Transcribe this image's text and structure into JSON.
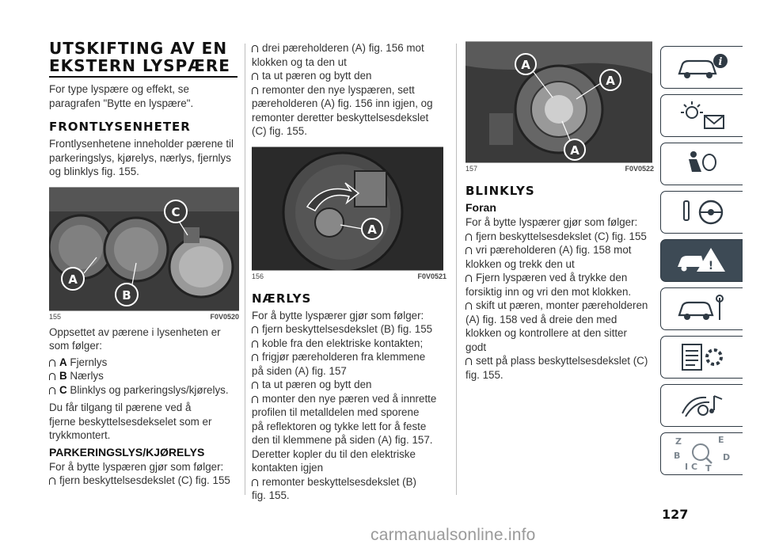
{
  "col1": {
    "title_line1": "UTSKIFTING AV EN",
    "title_line2": "EKSTERN LYSPÆRE",
    "intro": [
      "For type lyspære og effekt, se",
      "paragrafen \"Bytte en lyspære\"."
    ],
    "h_front": "FRONTLYSENHETER",
    "front_text": [
      "Frontlysenhetene inneholder pærene til",
      "parkeringslys, kjørelys, nærlys, fjernlys",
      "og blinklys fig. 155."
    ],
    "fig": {
      "num": "155",
      "code": "F0V0520",
      "labels": [
        "A",
        "B",
        "C"
      ]
    },
    "layout_intro": [
      "Oppsettet av pærene i lysenheten er",
      "som følger:"
    ],
    "layout_items": [
      {
        "letter": "A",
        "text": "Fjernlys"
      },
      {
        "letter": "B",
        "text": "Nærlys"
      },
      {
        "letter": "C",
        "text": "Blinklys og parkeringslys/kjørelys."
      }
    ],
    "access": [
      "Du får tilgang til pærene ved å",
      "fjerne beskyttelsesdekselet som er",
      "trykkmontert."
    ],
    "h_park": "PARKERINGSLYS/KJØRELYS",
    "park_intro": "For å bytte lyspæren gjør som følger:",
    "park_items": [
      "fjern beskyttelsesdekslet (C) fig. 155"
    ]
  },
  "col2": {
    "cont_items": [
      [
        "drei pæreholderen (A) fig. 156 mot",
        "klokken og ta den ut"
      ],
      [
        "ta ut pæren og bytt den"
      ],
      [
        "remonter den nye lyspæren, sett",
        "pæreholderen (A) fig. 156 inn igjen, og",
        "remonter deretter beskyttelsesdekslet",
        "(C) fig. 155."
      ]
    ],
    "fig": {
      "num": "156",
      "code": "F0V0521",
      "label": "A"
    },
    "h_naer": "NÆRLYS",
    "naer_intro": "For å bytte lyspærer gjør som følger:",
    "naer_items": [
      [
        "fjern beskyttelsesdekslet (B) fig. 155"
      ],
      [
        "koble fra den elektriske kontakten;"
      ],
      [
        "frigjør pæreholderen fra klemmene",
        "på siden (A) fig. 157"
      ],
      [
        "ta ut pæren og bytt den"
      ],
      [
        "monter den nye pæren ved å innrette",
        "profilen til metalldelen med sporene",
        "på reflektoren og tykke lett for å feste",
        "den til klemmene på siden (A) fig. 157.",
        "Deretter kopler du til den elektriske",
        "kontakten igjen"
      ],
      [
        "remonter beskyttelsesdekslet (B)",
        "fig. 155."
      ]
    ]
  },
  "col3": {
    "fig": {
      "num": "157",
      "code": "F0V0522",
      "labels": [
        "A",
        "A",
        "A"
      ]
    },
    "h_blink": "BLINKLYS",
    "h_foran": "Foran",
    "foran_intro": "For å bytte lyspærer gjør som følger:",
    "foran_items": [
      [
        "fjern beskyttelsesdekslet (C) fig. 155"
      ],
      [
        "vri pæreholderen (A) fig. 158 mot",
        "klokken og trekk den ut"
      ],
      [
        "Fjern lyspæren ved å trykke den",
        "forsiktig inn og vri den mot klokken."
      ],
      [
        "skift ut pæren, monter pæreholderen",
        "(A) fig. 158 ved å dreie den med",
        "klokken og kontrollere at den sitter",
        "godt"
      ],
      [
        "sett på plass beskyttelsesdekslet (C)",
        "fig. 155."
      ]
    ]
  },
  "sidebar": {
    "tabs": [
      {
        "icon": "car-info-icon",
        "active": false
      },
      {
        "icon": "lights-message-icon",
        "active": false
      },
      {
        "icon": "airbag-seat-icon",
        "active": false
      },
      {
        "icon": "key-steering-icon",
        "active": false
      },
      {
        "icon": "breakdown-warning-icon",
        "active": true
      },
      {
        "icon": "car-wrench-icon",
        "active": false
      },
      {
        "icon": "specs-gear-icon",
        "active": false
      },
      {
        "icon": "multimedia-icon",
        "active": false
      },
      {
        "icon": "index-letters-icon",
        "active": false
      }
    ],
    "index_letters": [
      "Z",
      "E",
      "B",
      "D",
      "I",
      "C",
      "T"
    ]
  },
  "page_number": "127",
  "watermark": "carmanualsonline.info",
  "colors": {
    "tab_border": "#2f3a44",
    "tab_active": "#3d4a55",
    "figure_bg": "#2b2b2b",
    "callout": "#3a3a3a"
  }
}
